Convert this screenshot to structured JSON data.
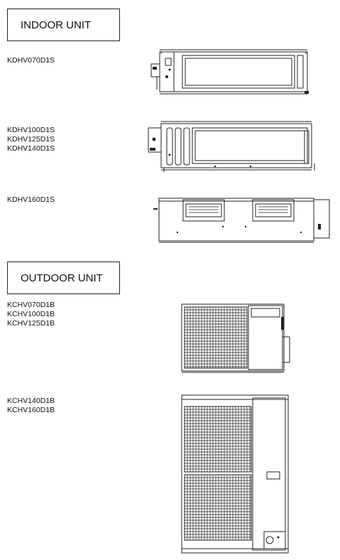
{
  "indoor": {
    "heading": "INDOOR UNIT",
    "groups": [
      {
        "models": [
          "KDHV070D1S"
        ]
      },
      {
        "models": [
          "KDHV100D1S",
          "KDHV125D1S",
          "KDHV140D1S"
        ]
      },
      {
        "models": [
          "KDHV160D1S"
        ]
      }
    ]
  },
  "outdoor": {
    "heading": "OUTDOOR UNIT",
    "groups": [
      {
        "models": [
          "KCHV070D1B",
          "KCHV100D1B",
          "KCHV125D1B"
        ]
      },
      {
        "models": [
          "KCHV140D1B",
          "KCHV160D1B"
        ]
      }
    ]
  },
  "icons": [
    "ducted-indoor-unit-small-icon",
    "ducted-indoor-unit-medium-icon",
    "ducted-indoor-unit-large-icon",
    "outdoor-unit-single-fan-icon",
    "outdoor-unit-double-fan-icon"
  ]
}
